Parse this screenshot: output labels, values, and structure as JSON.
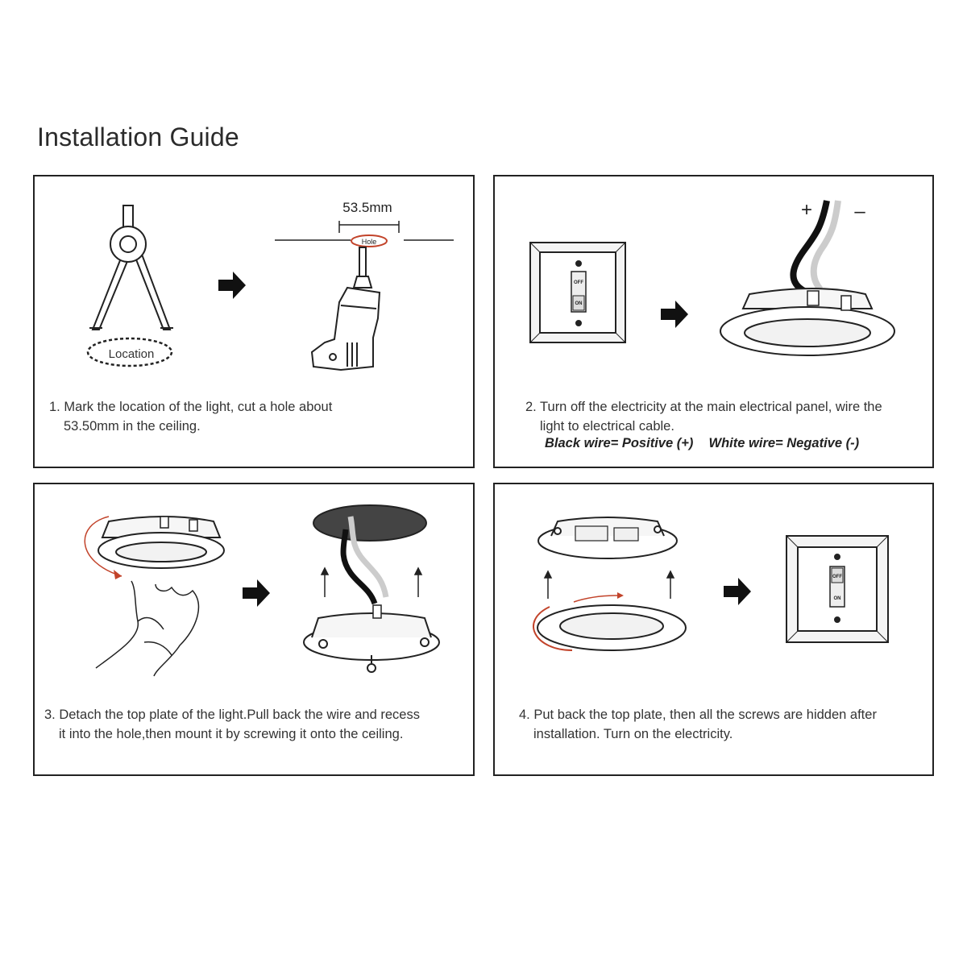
{
  "title": "Installation Guide",
  "steps": [
    {
      "line1": "1. Mark the location of the light, cut a hole about",
      "line2": "53.50mm in the ceiling.",
      "labels": {
        "location": "Location",
        "dimension": "53.5mm",
        "hole": "Hole"
      }
    },
    {
      "line1": "2. Turn off the electricity at the main electrical panel, wire the",
      "line2": "light to electrical cable.",
      "note_black": "Black wire= Positive (+)",
      "note_white": "White wire= Negative (-)",
      "labels": {
        "plus": "+",
        "minus": "–",
        "off": "OFF",
        "on": "ON"
      }
    },
    {
      "line1": "3. Detach the top plate of the light.Pull back the wire and recess",
      "line2": "it into the hole,then mount it by screwing it onto the ceiling."
    },
    {
      "line1": "4. Put back the top plate, then all the screws are hidden after",
      "line2": "installation. Turn on the electricity.",
      "labels": {
        "off": "OFF",
        "on": "ON"
      }
    }
  ],
  "colors": {
    "accent": "#c2432a",
    "line": "#222222",
    "text": "#333333"
  }
}
